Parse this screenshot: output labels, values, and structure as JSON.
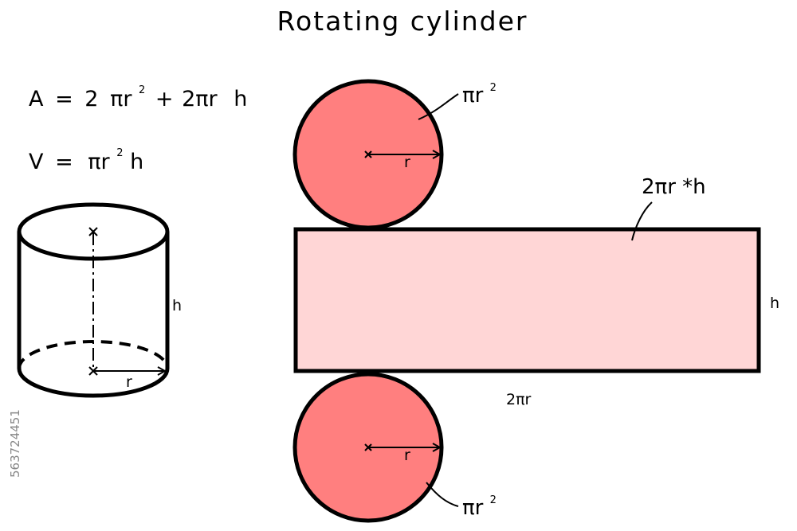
{
  "title": "Rotating cylinder",
  "formulas": {
    "area": {
      "lhs": "A",
      "eq": "=",
      "c1": "2",
      "p1": "πr",
      "e1": "2",
      "plus": "+",
      "term2": "2πr",
      "h": "h"
    },
    "volume": {
      "lhs": "V",
      "eq": "=",
      "p1": "πr",
      "e1": "2",
      "h": "h"
    }
  },
  "cylinder": {
    "height_label": "h",
    "radius_label": "r"
  },
  "net": {
    "top_circle": {
      "radius_label": "r",
      "area_label": "πr",
      "area_exp": "2"
    },
    "bottom_circle": {
      "radius_label": "r",
      "area_label": "πr",
      "area_exp": "2"
    },
    "rectangle": {
      "area_label": "2πr *h",
      "height_label": "h",
      "width_label": "2πr"
    }
  },
  "stock_id": "563724451",
  "colors": {
    "circle_fill": "#ff7f7f",
    "rect_fill": "#ffd6d6",
    "stroke": "#000000"
  }
}
